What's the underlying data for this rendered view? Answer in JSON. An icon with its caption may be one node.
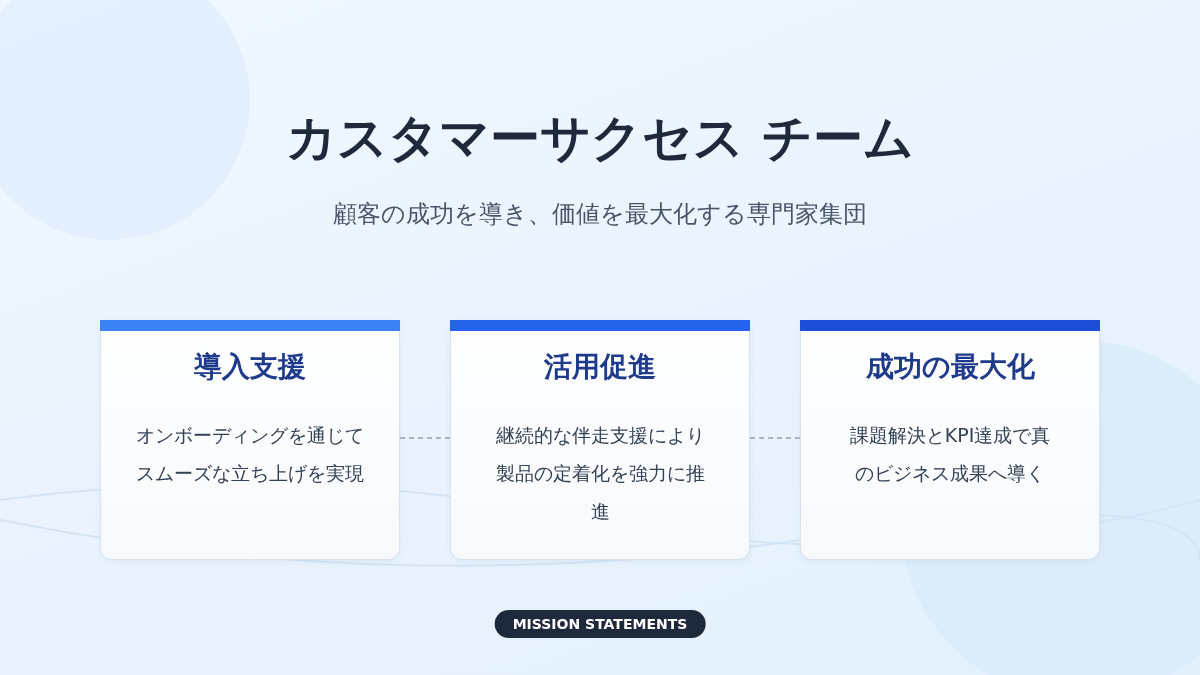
{
  "diagram": {
    "title": "カスタマーサクセス チーム",
    "caption": "顧客の成功を導き、価値を最大化する専門家集団",
    "nodes": [
      {
        "text": [
          "導入支援",
          "オンボーディングを通じてスムーズな立ち上げを実現"
        ]
      },
      {
        "text": [
          "活用促進",
          "継続的な伴走支援により製品の定着化を強力に推進"
        ]
      },
      {
        "text": [
          "成功の最大化",
          "課題解決とKPI達成で真のビジネス成果へ導く"
        ]
      }
    ],
    "edges": [
      {
        "from": 0,
        "to": 1,
        "arrow": "none",
        "style": "dashed"
      },
      {
        "from": 1,
        "to": 2,
        "arrow": "none",
        "style": "dashed"
      }
    ],
    "labels": [
      "MISSION STATEMENTS"
    ]
  }
}
